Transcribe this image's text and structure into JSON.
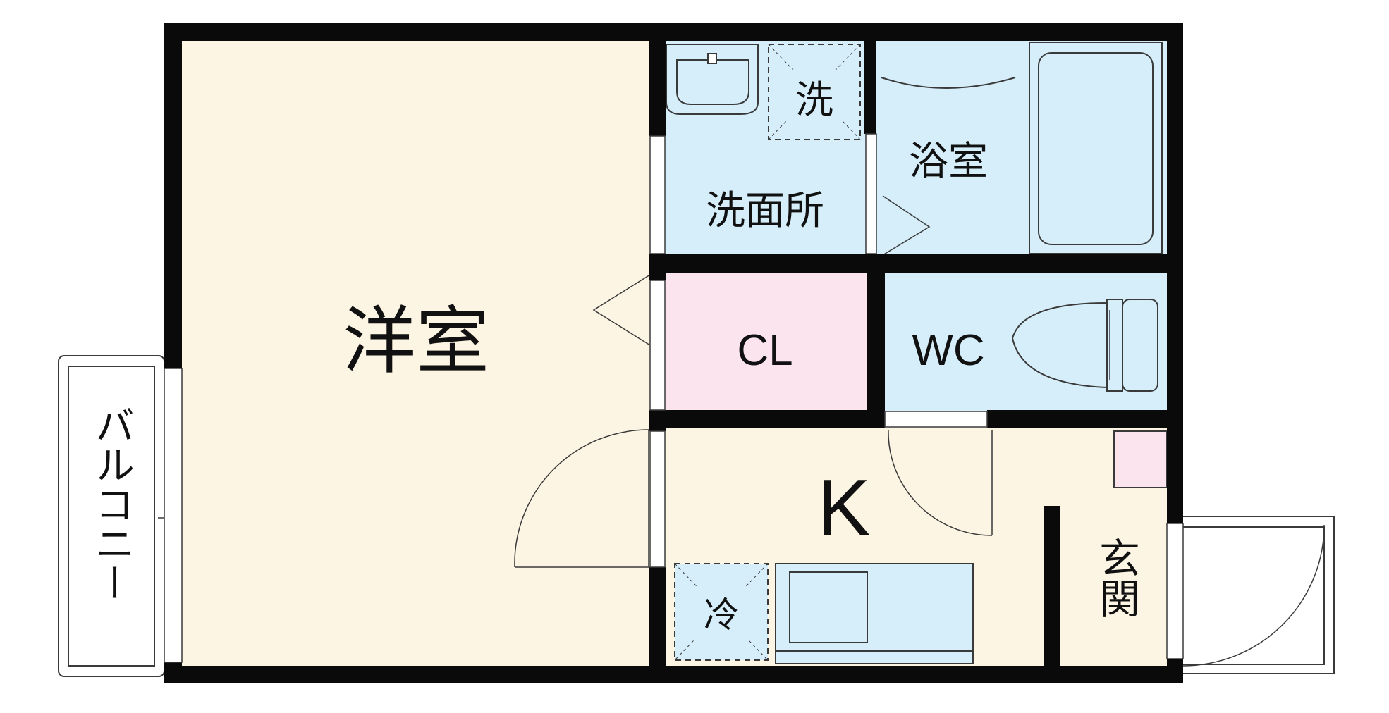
{
  "colors": {
    "wall": "#0a0a0a",
    "western_room": "#fdf5e4",
    "wet_area": "#d5eefa",
    "closet": "#fce4ee",
    "kitchen": "#fdf5e4",
    "outline": "#3a3a3a"
  },
  "rooms": {
    "western_room": "洋室",
    "washroom": "洗面所",
    "washer": "洗",
    "bathroom": "浴室",
    "closet": "CL",
    "toilet": "WC",
    "kitchen": "K",
    "fridge": "冷",
    "entrance": "玄関",
    "balcony": "バルコニー"
  },
  "icons": [
    "washbasin-icon",
    "bathtub-icon",
    "toilet-icon",
    "sink-icon",
    "door-swing-icon"
  ]
}
